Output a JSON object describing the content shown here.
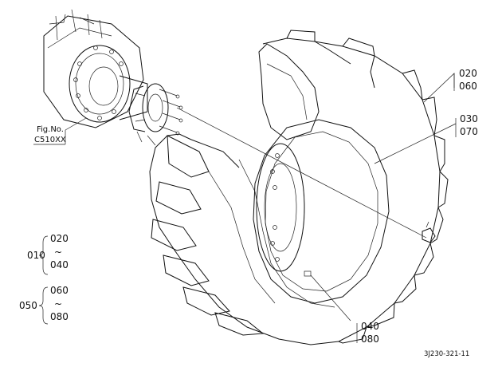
{
  "figure_reference": {
    "prefix": "Fig.No.",
    "code": "C510XX"
  },
  "callouts": {
    "tire": {
      "line1": "020",
      "line2": "060"
    },
    "rim": {
      "line1": "030",
      "line2": "070"
    },
    "valve": {
      "line1": "040",
      "line2": "080"
    }
  },
  "assemblies": [
    {
      "number": "010",
      "from": "020",
      "range_mark": "~",
      "to": "040"
    },
    {
      "number": "050",
      "from": "060",
      "range_mark": "~",
      "to": "080"
    }
  ],
  "drawing_number": "3J230-321-11"
}
